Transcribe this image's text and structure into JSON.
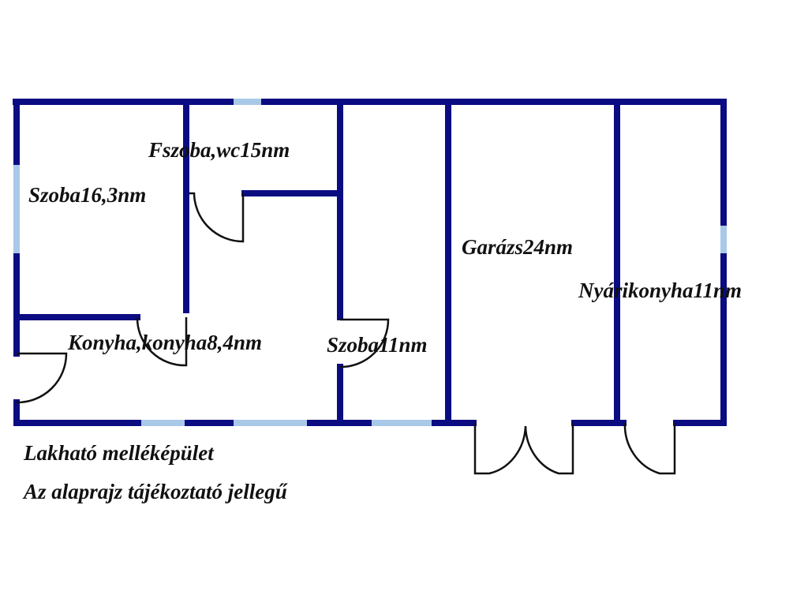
{
  "colors": {
    "wall": "#0b0b82",
    "window": "#a9c9e9",
    "door": "#111111"
  },
  "rooms": {
    "fszoba": "Fszoba,wc15nm",
    "szoba1": "Szoba16,3nm",
    "konyha": "Konyha,konyha8,4nm",
    "szoba2": "Szoba11nm",
    "garazs": "Garázs24nm",
    "nyarikonyha": "Nyárikonyha11nm"
  },
  "notes": {
    "line1": "Lakható melléképület",
    "line2": "Az alaprajz tájékoztató jellegű"
  }
}
